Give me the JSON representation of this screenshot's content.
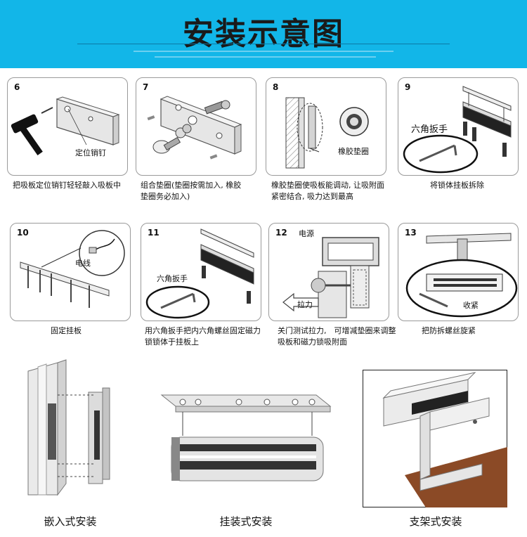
{
  "header": {
    "title": "安装示意图"
  },
  "steps": [
    {
      "num": "6",
      "tag": "定位销钉",
      "caption": "把吸板定位销钉轻轻敲入吸板中"
    },
    {
      "num": "7",
      "caption": "组合垫圈(垫圈按需加入, 橡胶垫圈务必加入)"
    },
    {
      "num": "8",
      "tag": "橡胶垫圈",
      "caption": "橡胶垫圈使吸板能调动, 让吸附面紧密结合, 吸力达到最高"
    },
    {
      "num": "9",
      "tag": "六角扳手",
      "caption": "将锁体挂板拆除"
    },
    {
      "num": "10",
      "tag": "电线",
      "caption": "固定挂板"
    },
    {
      "num": "11",
      "tag": "六角扳手",
      "caption": "用六角扳手把内六角螺丝固定磁力锁锁体于挂板上"
    },
    {
      "num": "12",
      "tag": "电源",
      "tag2": "拉力",
      "caption": "关门测试拉力,　可增减垫圈来调整吸板和磁力锁吸附面"
    },
    {
      "num": "13",
      "tag": "收紧",
      "caption": "把防拆螺丝旋紧"
    }
  ],
  "installs": [
    {
      "label": "嵌入式安装"
    },
    {
      "label": "挂装式安装"
    },
    {
      "label": "支架式安装"
    }
  ]
}
